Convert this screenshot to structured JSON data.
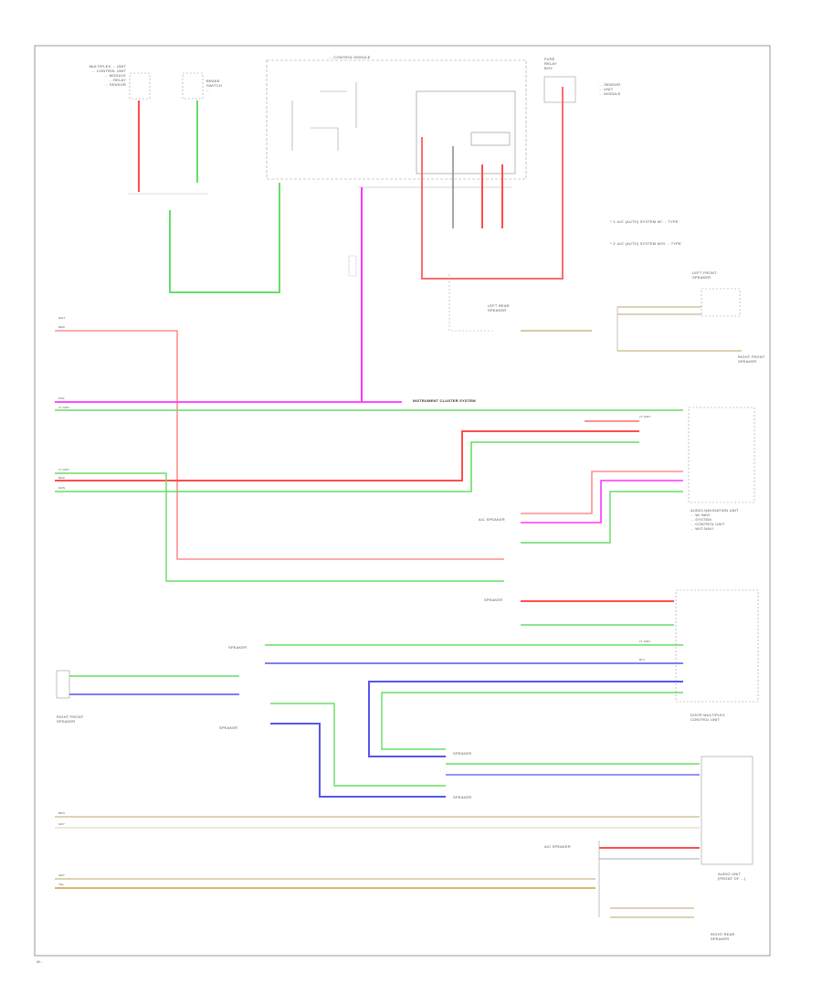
{
  "colors": {
    "border": "#999999",
    "red": "#ff4d4d",
    "pink": "#ff9c9c",
    "green": "#66dd66",
    "magenta": "#ff33ff",
    "blue": "#5555ee",
    "tan": "#c8b888",
    "grey": "#888888"
  },
  "footer_code": "W...",
  "legend": {
    "item_a": "* 1: A/C (AUTO) SYSTEM W/ ... TYPE",
    "item_b": "* 2: A/C (AUTO) SYSTEM W/O ... TYPE"
  },
  "labels": {
    "left_component": "MULTIPLEX ... UNIT\n... CONTROL UNIT\n... MODULE\n... RELAY\n... SENSOR",
    "brake_switch": "BRAKE\nSWITCH\n... ",
    "center_module": "... CONTROL MODULE",
    "top_right_fuse": "FUSE\nRELAY\nBOX",
    "top_right_component": "... SENSOR\n... UNIT\n... MODULE",
    "left_rear_speaker": "LEFT REAR\nSPEAKER",
    "left_speaker": "LEFT FRONT\nSPEAKER",
    "instrument_cluster": "INSTRUMENT CLUSTER SYSTEM",
    "navigation_unit": "AUDIO-NAVIGATION UNIT\n... W/ NAVI\n... SYSTEM\n... CONTROL UNIT\n... W/O NAVI",
    "right_sensor": "RIGHT FRONT\nSPEAKER",
    "door_multiplex": "DOOR MULTIPLEX\nCONTROL UNIT",
    "right_bottom_unit": "AUDIO UNIT\n(FRONT OF ...)",
    "right_rear_speaker": "RIGHT REAR\nSPEAKER",
    "speaker_ref1": "A/C SPEAKER",
    "speaker_ref2": "SPEAKER",
    "speaker_ref3": "SPEAKER",
    "speaker_ref4": "SPEAKER",
    "speaker_ref5": "SPEAKER",
    "speaker_ref6": "SPEAKER",
    "speaker_ref7": "A/C SPEAKER",
    "wire_lt_grn": "LT GRN",
    "wire_red": "RED",
    "wire_blu": "BLU",
    "wire_pnk": "PNK",
    "wire_gry": "GRY",
    "wire_brn": "BRN",
    "wire_wht": "WHT",
    "wire_yel": "YEL",
    "wire_grn": "GRN"
  }
}
